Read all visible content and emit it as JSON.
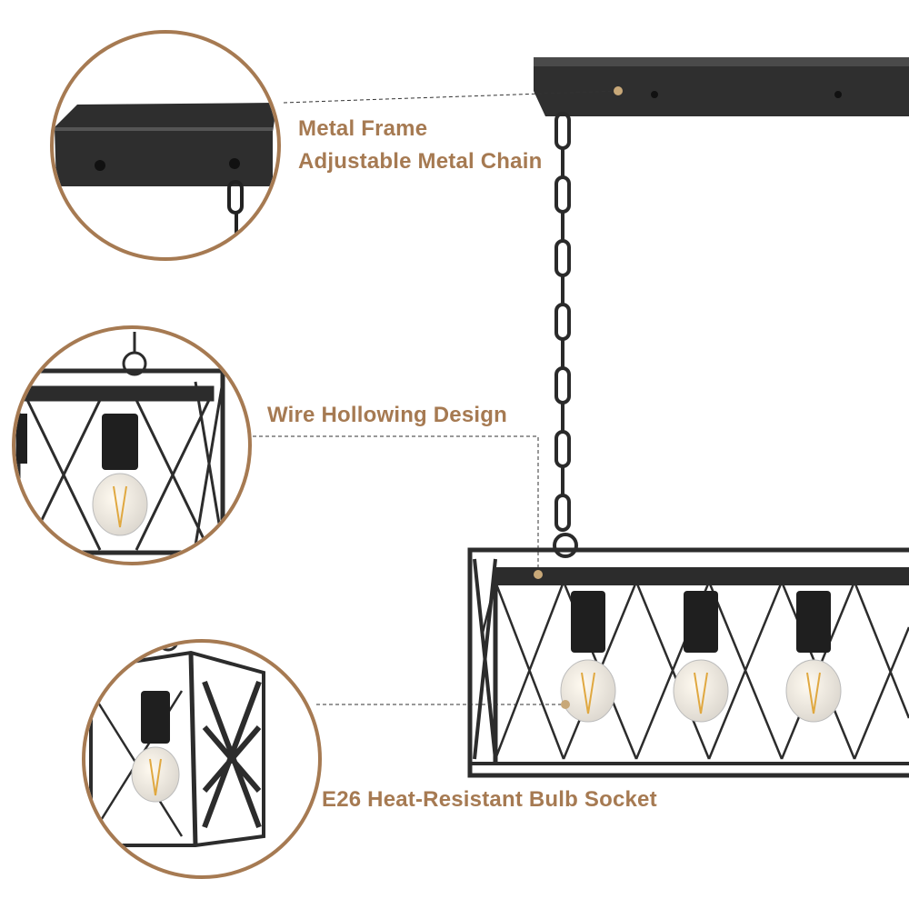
{
  "labels": {
    "metal_frame": "Metal Frame",
    "metal_chain": "Adjustable Metal Chain",
    "wire_design": "Wire Hollowing Design",
    "bulb_socket": "E26 Heat-Resistant Bulb Socket"
  },
  "colors": {
    "accent": "#a67a52",
    "metal": "#2b2b2b",
    "bulb": "#f3e6c8"
  }
}
